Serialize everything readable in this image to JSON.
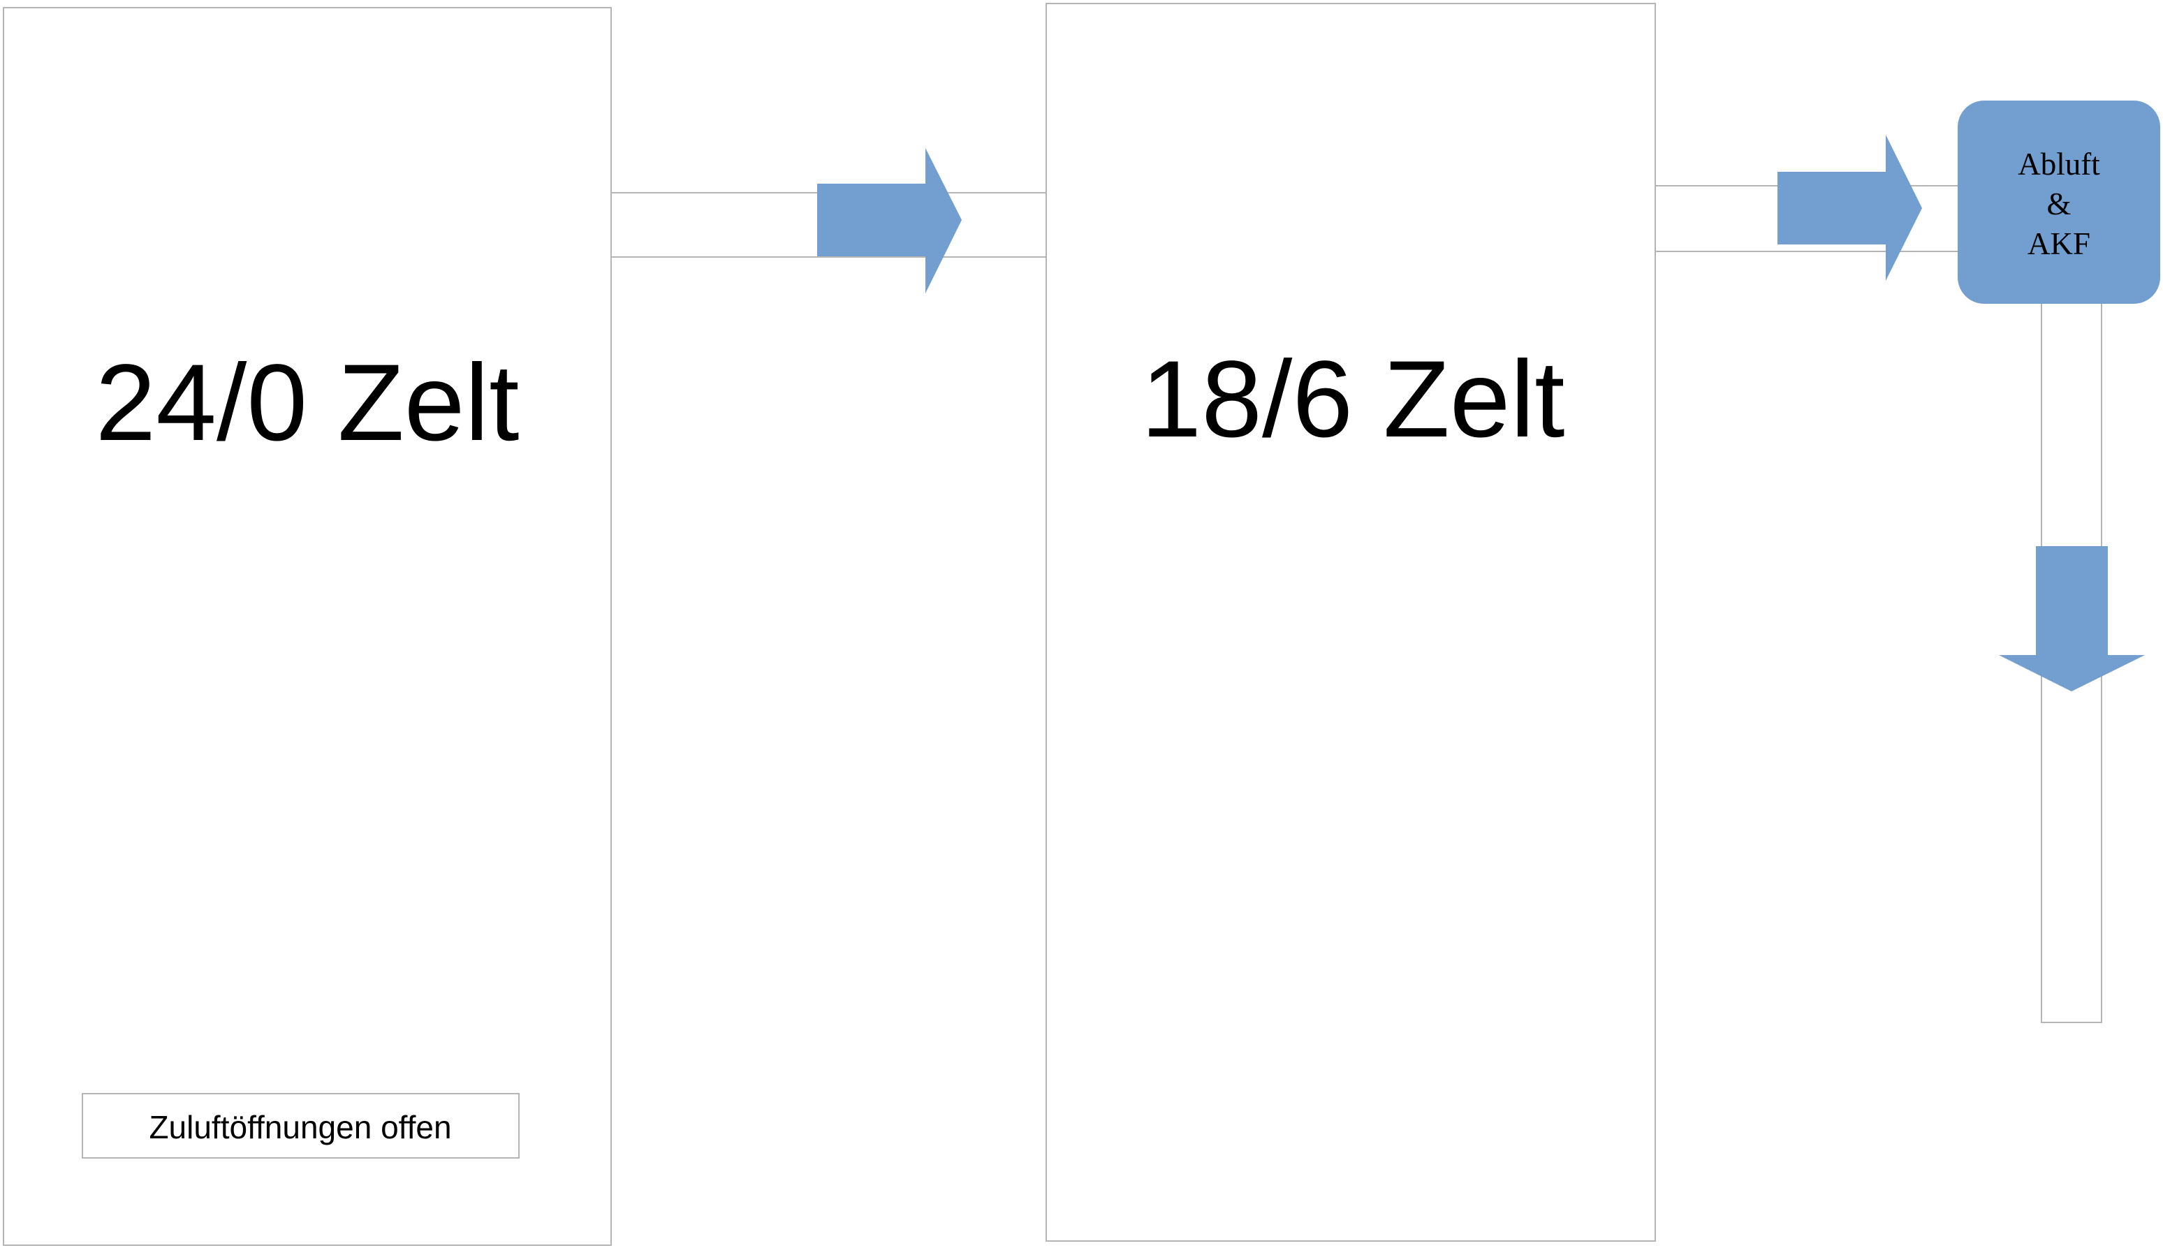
{
  "tents": [
    {
      "id": "tent-1",
      "label": "24/0 Zelt"
    },
    {
      "id": "tent-2",
      "label": "18/6 Zelt"
    }
  ],
  "note": {
    "label": "Zuluftöffnungen offen"
  },
  "exhaust_unit": {
    "lines": [
      "Abluft",
      "&",
      "AKF"
    ]
  },
  "colors": {
    "arrow": "#729fcf",
    "outline": "#b5b5b5",
    "text": "#000000"
  }
}
